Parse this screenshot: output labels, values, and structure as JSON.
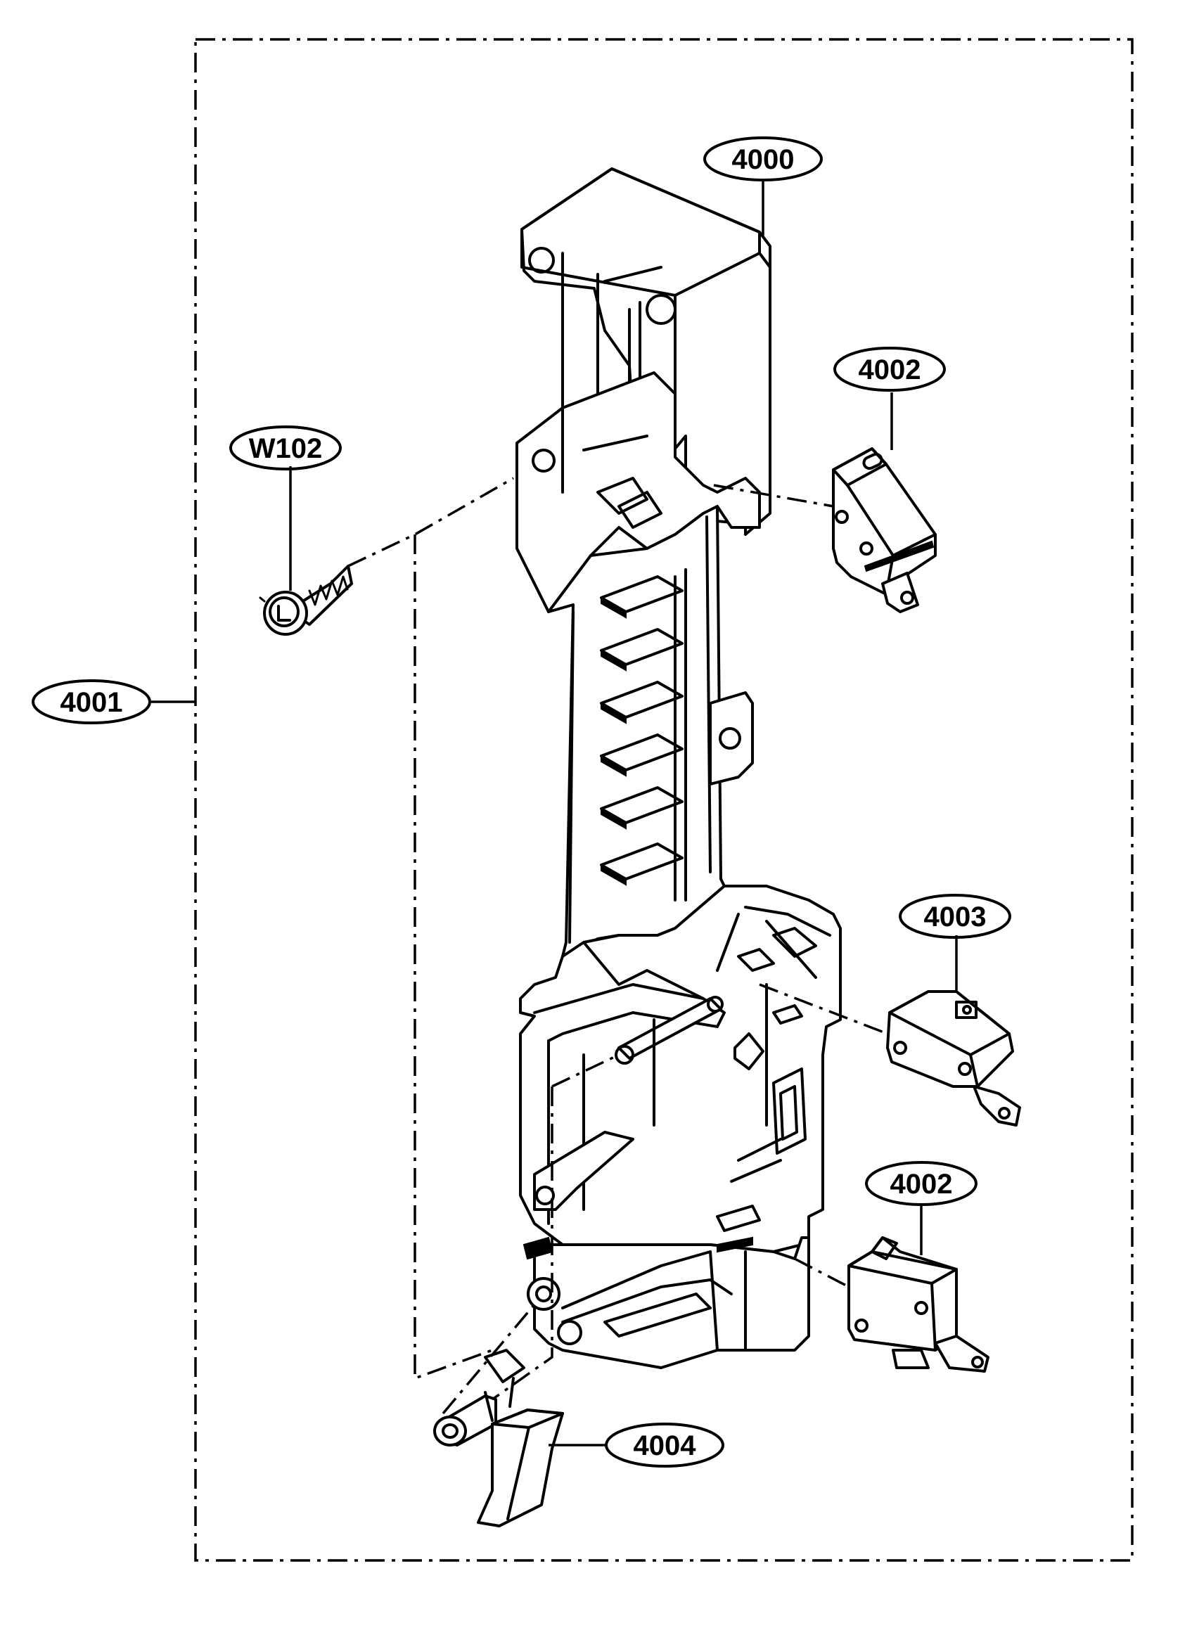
{
  "callouts": {
    "c4000": "4000",
    "c4002_top": "4002",
    "cW102": "W102",
    "c4001": "4001",
    "c4003": "4003",
    "c4002_bottom": "4002",
    "c4004": "4004"
  }
}
